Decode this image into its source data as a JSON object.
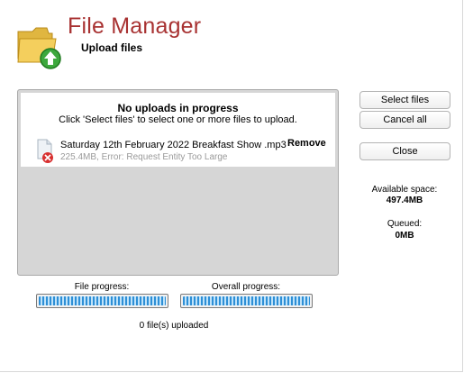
{
  "header": {
    "title": "File Manager",
    "subtitle": "Upload files",
    "icon": "folder-upload-icon"
  },
  "queue": {
    "status_title": "No uploads in progress",
    "status_help": "Click 'Select files' to select one or more files to upload.",
    "files": [
      {
        "name": "Saturday 12th February 2022 Breakfast Show .mp3",
        "detail": "225.4MB, Error: Request Entity Too Large",
        "remove_label": "Remove",
        "icon": "file-error-icon"
      }
    ]
  },
  "buttons": {
    "select_files": "Select files",
    "cancel_all": "Cancel all",
    "close": "Close"
  },
  "stats": {
    "available_label": "Available space:",
    "available_value": "497.4MB",
    "queued_label": "Queued:",
    "queued_value": "0MB"
  },
  "progress": {
    "file_label": "File progress:",
    "file_fraction": 1.0,
    "overall_label": "Overall progress:",
    "overall_fraction": 1.0,
    "uploaded_text": "0 file(s) uploaded"
  },
  "colors": {
    "title": "#a83232",
    "progress_bar": "#2e8fd6",
    "error_text": "#9a9a9a"
  }
}
